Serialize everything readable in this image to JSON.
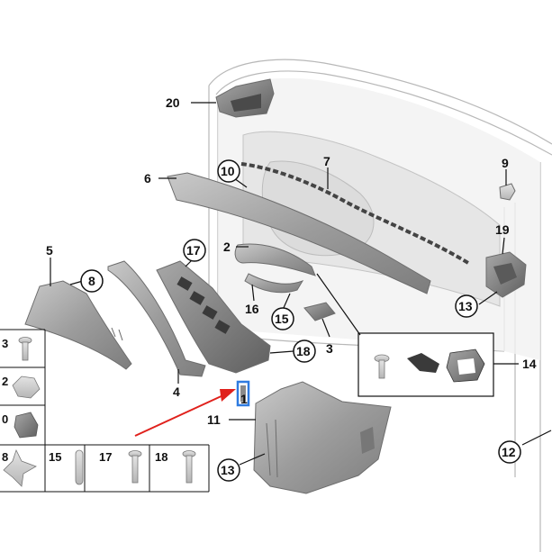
{
  "diagram": {
    "callouts": [
      {
        "id": "c20",
        "label": "20"
      },
      {
        "id": "c7",
        "label": "7"
      },
      {
        "id": "c9",
        "label": "9"
      },
      {
        "id": "c6",
        "label": "6"
      },
      {
        "id": "c10",
        "label": "10"
      },
      {
        "id": "c19",
        "label": "19"
      },
      {
        "id": "c5",
        "label": "5"
      },
      {
        "id": "c2",
        "label": "2"
      },
      {
        "id": "c17",
        "label": "17"
      },
      {
        "id": "c8",
        "label": "8"
      },
      {
        "id": "c13a",
        "label": "13"
      },
      {
        "id": "c16",
        "label": "16"
      },
      {
        "id": "c15",
        "label": "15"
      },
      {
        "id": "c3",
        "label": "3"
      },
      {
        "id": "c18",
        "label": "18"
      },
      {
        "id": "c14",
        "label": "14"
      },
      {
        "id": "c4",
        "label": "4"
      },
      {
        "id": "c1",
        "label": "1"
      },
      {
        "id": "c11",
        "label": "11"
      },
      {
        "id": "c12",
        "label": "12"
      },
      {
        "id": "c13b",
        "label": "13"
      }
    ],
    "legend_table": {
      "left_column": [
        "3",
        "2",
        "0"
      ],
      "bottom_row": [
        "8",
        "15",
        "17",
        "18"
      ]
    },
    "colors": {
      "highlight_box": "#2f7be0",
      "arrow": "#e0211c",
      "part_fill": "#9a9a9a",
      "door_outline": "#b8b8b8"
    },
    "icons": [
      "arrow-icon",
      "screw-icon",
      "clip-icon",
      "grommet-icon",
      "nut-icon",
      "washer-icon",
      "pin-icon"
    ]
  }
}
